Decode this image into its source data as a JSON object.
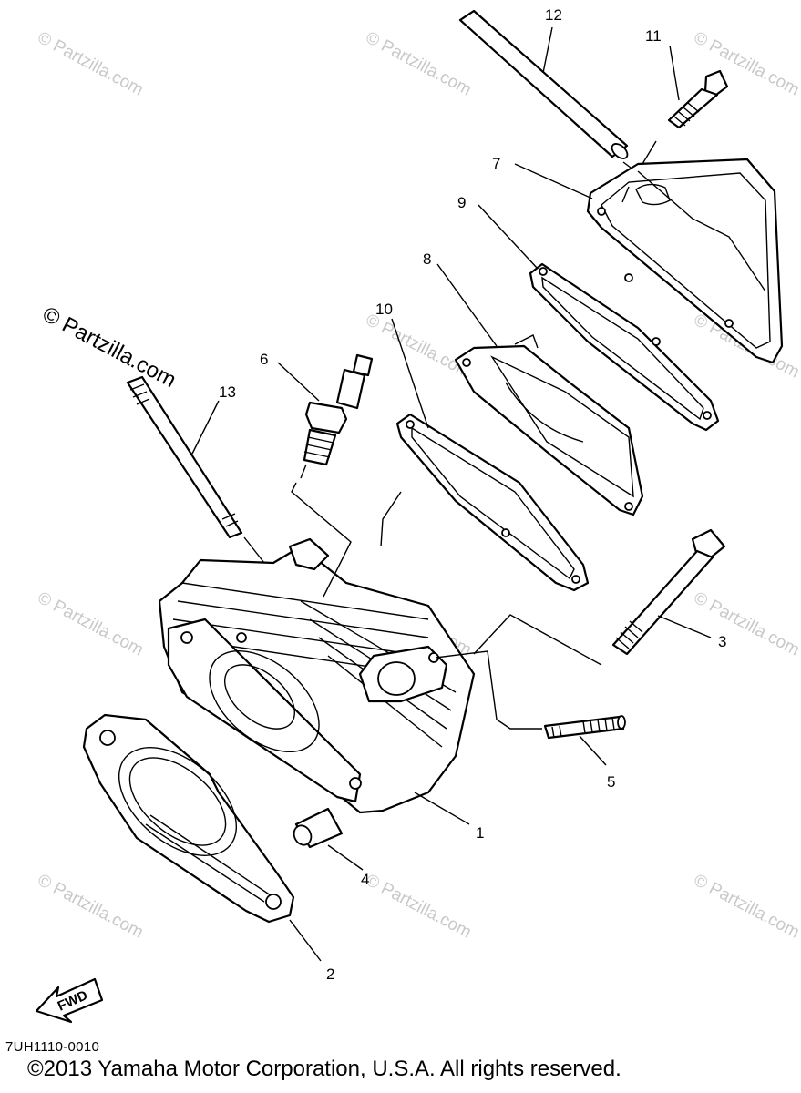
{
  "callouts": {
    "c1": "1",
    "c2": "2",
    "c3": "3",
    "c4": "4",
    "c5": "5",
    "c6": "6",
    "c7": "7",
    "c8": "8",
    "c9": "9",
    "c10": "10",
    "c11": "11",
    "c12": "12",
    "c13": "13"
  },
  "watermark": "© Partzilla.com",
  "fwd_label": "FWD",
  "part_code": "7UH1110-0010",
  "copyright": "©2013 Yamaha Motor Corporation, U.S.A. All rights reserved."
}
